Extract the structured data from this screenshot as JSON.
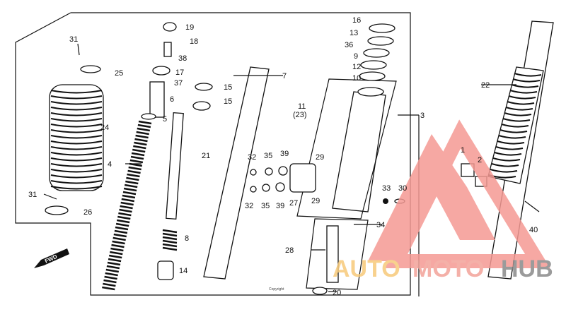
{
  "diagram": {
    "callouts": [
      {
        "id": "31a",
        "text": "31"
      },
      {
        "id": "25",
        "text": "25"
      },
      {
        "id": "24",
        "text": "24"
      },
      {
        "id": "4",
        "text": "4"
      },
      {
        "id": "31b",
        "text": "31"
      },
      {
        "id": "26",
        "text": "26"
      },
      {
        "id": "19",
        "text": "19"
      },
      {
        "id": "18",
        "text": "18"
      },
      {
        "id": "38",
        "text": "38"
      },
      {
        "id": "17",
        "text": "17"
      },
      {
        "id": "37",
        "text": "37"
      },
      {
        "id": "6",
        "text": "6"
      },
      {
        "id": "5",
        "text": "5"
      },
      {
        "id": "15a",
        "text": "15"
      },
      {
        "id": "15b",
        "text": "15"
      },
      {
        "id": "21",
        "text": "21"
      },
      {
        "id": "8",
        "text": "8"
      },
      {
        "id": "14",
        "text": "14"
      },
      {
        "id": "7",
        "text": "7"
      },
      {
        "id": "16",
        "text": "16"
      },
      {
        "id": "13",
        "text": "13"
      },
      {
        "id": "36",
        "text": "36"
      },
      {
        "id": "9",
        "text": "9"
      },
      {
        "id": "12",
        "text": "12"
      },
      {
        "id": "10",
        "text": "10"
      },
      {
        "id": "11",
        "text": "11"
      },
      {
        "id": "23",
        "text": "(23)"
      },
      {
        "id": "3",
        "text": "3"
      },
      {
        "id": "32a",
        "text": "32"
      },
      {
        "id": "35a",
        "text": "35"
      },
      {
        "id": "39a",
        "text": "39"
      },
      {
        "id": "29a",
        "text": "29"
      },
      {
        "id": "32b",
        "text": "32"
      },
      {
        "id": "35b",
        "text": "35"
      },
      {
        "id": "39b",
        "text": "39"
      },
      {
        "id": "27",
        "text": "27"
      },
      {
        "id": "29b",
        "text": "29"
      },
      {
        "id": "33",
        "text": "33"
      },
      {
        "id": "30",
        "text": "30"
      },
      {
        "id": "34",
        "text": "34"
      },
      {
        "id": "28",
        "text": "28"
      },
      {
        "id": "20",
        "text": "20"
      },
      {
        "id": "1",
        "text": "1"
      },
      {
        "id": "2",
        "text": "2"
      },
      {
        "id": "22",
        "text": "22"
      },
      {
        "id": "40",
        "text": "40"
      }
    ],
    "direction_label": "FWD",
    "copyright": "Copyright"
  },
  "watermark": {
    "parts": [
      "AUTO",
      "MOTO",
      "HUB"
    ],
    "colors": {
      "auto": "#f7c97a",
      "moto": "#f3a39a",
      "hub": "#8a8a8a",
      "triangle": "#f59a94"
    }
  }
}
